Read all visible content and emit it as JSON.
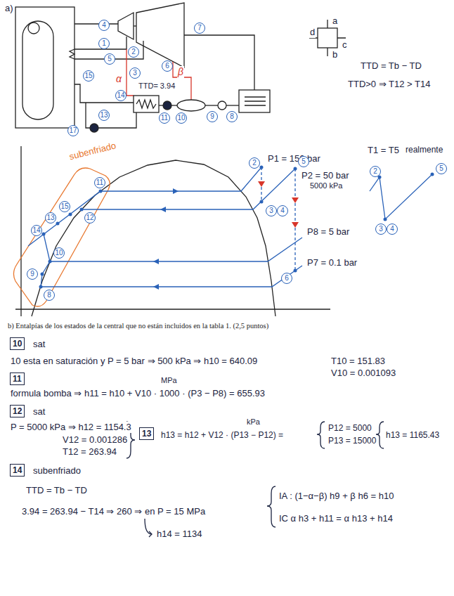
{
  "diagram": {
    "nodes": [
      {
        "text": [
          "10"
        ]
      },
      {
        "text": [
          "11"
        ]
      },
      {
        "text": [
          "12"
        ]
      },
      {
        "text": [
          "13"
        ]
      },
      {
        "text": [
          "14"
        ]
      }
    ],
    "labels": [
      "a)",
      "4",
      "1",
      "5",
      "2",
      "7",
      "6",
      "α",
      "3",
      "β",
      "TTD= 3.94",
      "15",
      "14",
      "13",
      "17",
      "11",
      "10",
      "9",
      "8",
      "a",
      "b",
      "c",
      "d",
      "TTD = Tb − TD",
      "TTD>0 ⇒ T12 > T14",
      "subenfriado",
      "P1 = 150 bar",
      "P2 = 50 bar",
      "5000 kPa",
      "P8 = 5 bar",
      "P7 = 0.1 bar",
      "T1 = T5",
      "realmente",
      "2",
      "5",
      "3",
      "4",
      "6",
      "14",
      "13",
      "15",
      "12",
      "11",
      "10",
      "9",
      "8",
      "2",
      "5",
      "3",
      "4",
      "b) Entalpías de los estados de la central que no están incluidos en la tabla 1. (2,5 puntos)",
      "sat",
      "10 esta en saturación y P = 5 bar ⇒ 500 kPa ⇒ h10 = 640.09",
      "T10 = 151.83",
      "V10 = 0.001093",
      "MPa",
      "formula bomba ⇒ h11 = h10 + V10 · 1000 · (P3 − P8) = 655.93",
      "sat",
      "P = 5000 kPa ⇒ h12 = 1154.3",
      "V12 = 0.001286",
      "T12 = 263.94",
      "kPa",
      "h13 = h12 + V12 · (P13 − P12) =",
      "P12 = 5000",
      "P13 = 15000",
      "h13 = 1165.43",
      "subenfriado",
      "TTD = Tb − TD",
      "3.94 = 263.94 − T14 ⇒ 260 ⇒ en P = 15 MPa",
      "h14 = 1134",
      "IA : (1−α−β) h9 + β h6 = h10",
      "IC   α h3 + h11 = α h13 + h14"
    ]
  }
}
